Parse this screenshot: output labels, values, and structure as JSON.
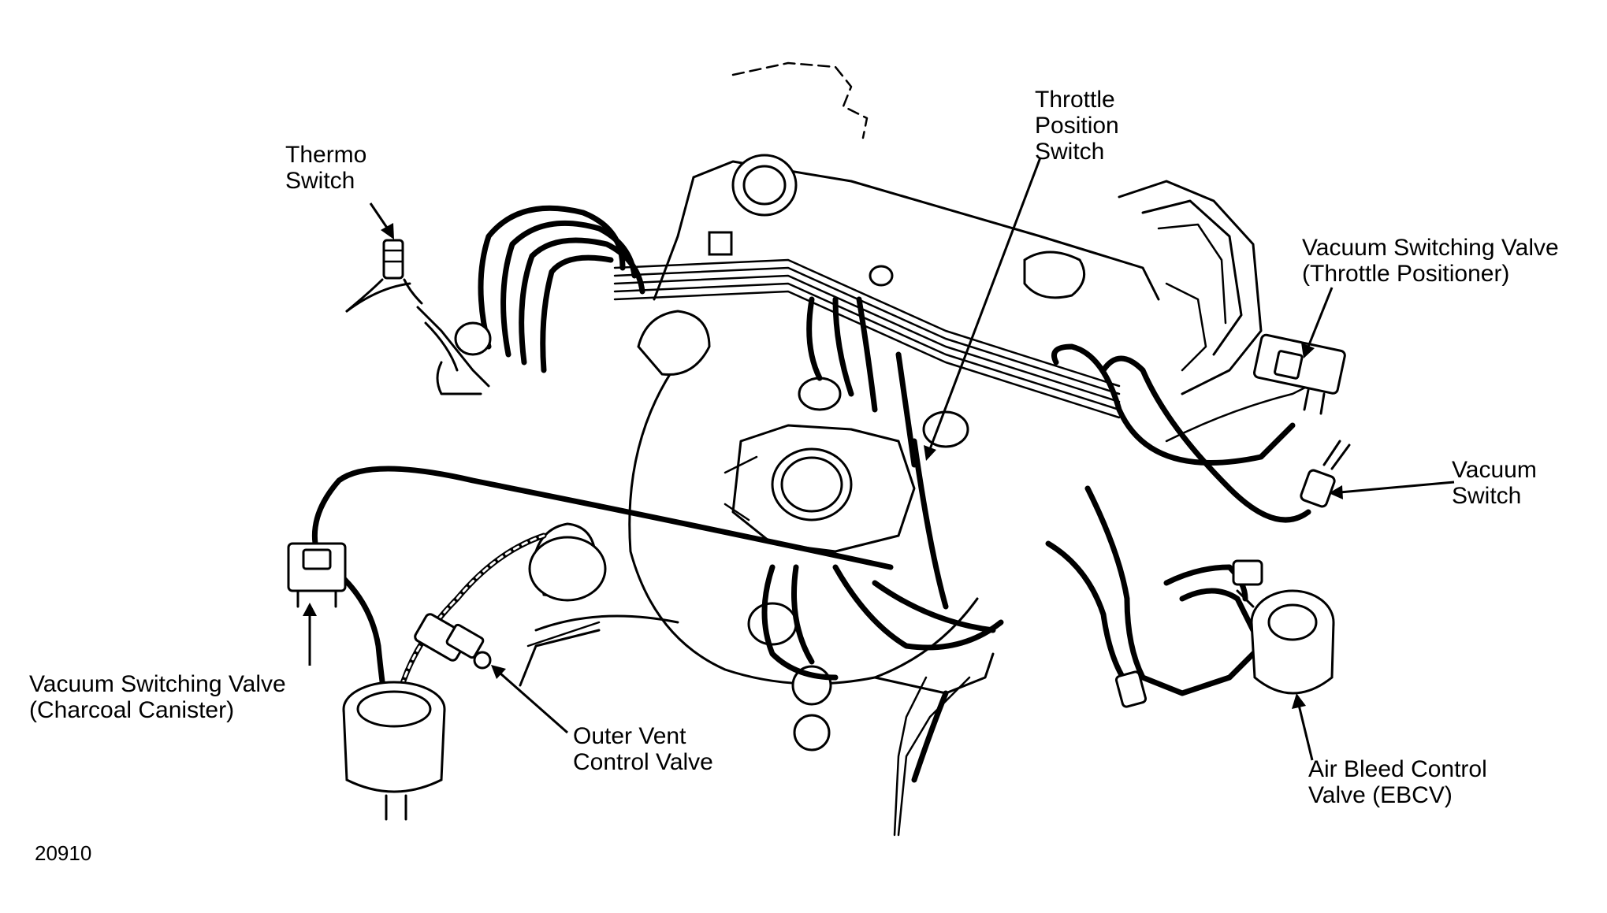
{
  "labels": {
    "thermo_switch": [
      "Thermo",
      "Switch"
    ],
    "throttle_position_switch": [
      "Throttle",
      "Position",
      "Switch"
    ],
    "vsv_throttle_positioner": [
      "Vacuum Switching Valve",
      "(Throttle Positioner)"
    ],
    "vacuum_switch": [
      "Vacuum",
      "Switch"
    ],
    "vsv_charcoal_canister": [
      "Vacuum Switching Valve",
      "(Charcoal Canister)"
    ],
    "outer_vent_control_valve": [
      "Outer Vent",
      "Control Valve"
    ],
    "air_bleed_control_valve": [
      "Air Bleed Control",
      "Valve (EBCV)"
    ]
  },
  "figure_number": "20910"
}
